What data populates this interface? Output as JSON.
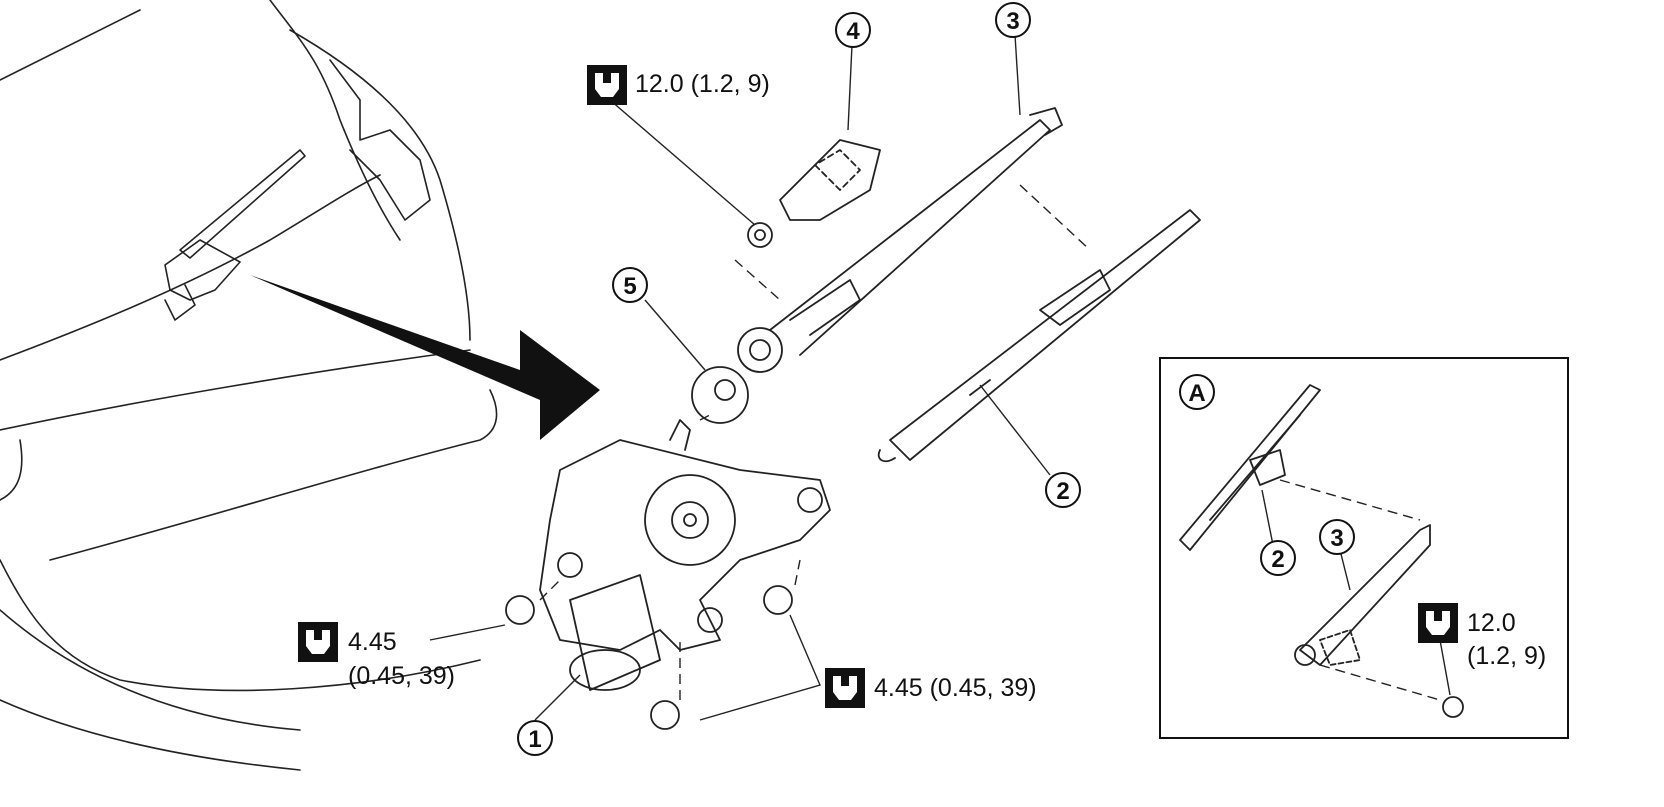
{
  "callouts": {
    "c1": "1",
    "c2": "2",
    "c3": "3",
    "c4": "4",
    "c5": "5",
    "inset_c2": "2",
    "inset_c3": "3",
    "inset_letter": "A"
  },
  "torque": {
    "nut_arm": "12.0 (1.2, 9)",
    "bolt_left_line1": "4.45",
    "bolt_left_line2": "(0.45, 39)",
    "bolts_right": "4.45 (0.45, 39)",
    "inset_nut_line1": "12.0",
    "inset_nut_line2": "(1.2, 9)"
  },
  "icons": {
    "torque_symbol": "torque-wrench-icon",
    "view_arrow": "arrow-icon"
  }
}
